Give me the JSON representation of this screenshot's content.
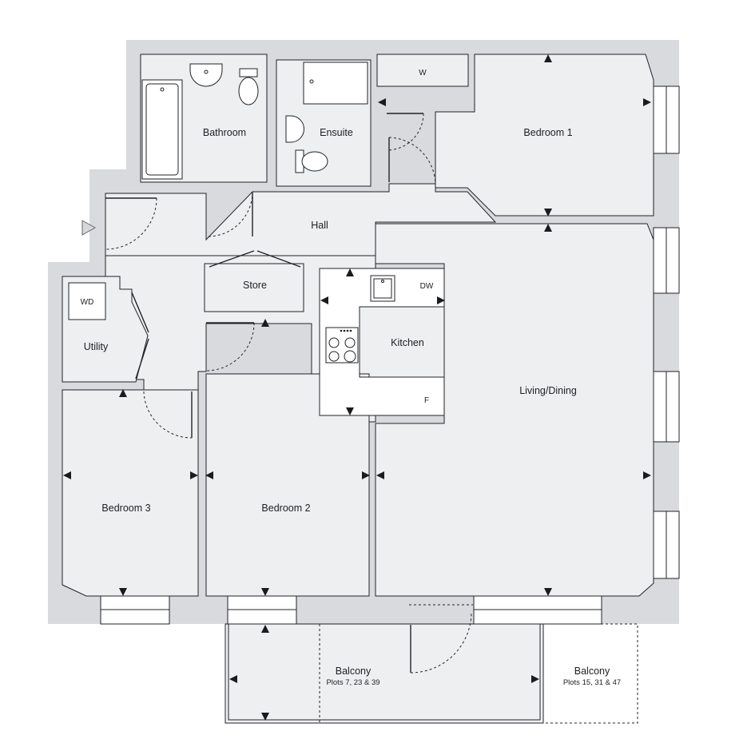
{
  "rooms": {
    "bathroom": "Bathroom",
    "ensuite": "Ensuite",
    "bedroom1": "Bedroom 1",
    "hall": "Hall",
    "store": "Store",
    "kitchen": "Kitchen",
    "utility": "Utility",
    "living_dining": "Living/Dining",
    "bedroom3": "Bedroom 3",
    "bedroom2": "Bedroom 2"
  },
  "fixtures": {
    "wardrobe": "W",
    "washer_dryer": "WD",
    "dishwasher": "DW",
    "fridge": "F"
  },
  "balconies": [
    {
      "label": "Balcony",
      "plots": "Plots 7, 23 & 39"
    },
    {
      "label": "Balcony",
      "plots": "Plots 15, 31 & 47"
    }
  ]
}
